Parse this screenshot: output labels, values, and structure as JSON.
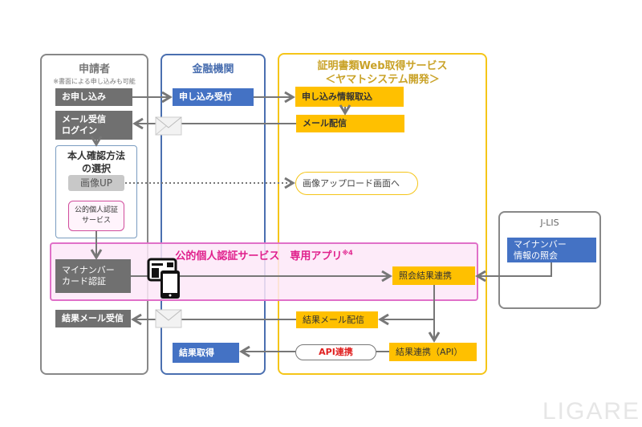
{
  "colors": {
    "applicant": "#888888",
    "bank": "#4a6fb0",
    "service": "#f5c518",
    "band": "#e070c8",
    "box_gray": "#707070",
    "box_blue": "#4472c4",
    "box_yellow": "#ffc000",
    "api_red": "#e02020"
  },
  "applicant": {
    "title": "申請者",
    "note": "※書面による申し込みも可能",
    "apply": "お申し込み",
    "mail_login_1": "メール受信",
    "mail_login_2": "ログイン",
    "method_1": "本人確認方法",
    "method_2": "の選択",
    "image_up": "画像UP",
    "jpki_1": "公的個人認証",
    "jpki_2": "サービス",
    "card_1": "マイナンバー",
    "card_2": "カード認証",
    "result_mail": "結果メール受信"
  },
  "bank": {
    "title": "金融機関",
    "receive": "申し込み受付",
    "result_get": "結果取得"
  },
  "service": {
    "title_1": "証明書類Web取得サービス",
    "title_2": "＜ヤマトシステム開発＞",
    "import": "申し込み情報取込",
    "mail_send": "メール配信",
    "upload_screen": "画像アップロード画面へ",
    "inquiry_link": "照会結果連携",
    "result_mail_send": "結果メール配信",
    "result_api": "結果連携（API）",
    "api_link": "API連携"
  },
  "band": {
    "title": "公的個人認証サービス　専用アプリ",
    "note": "※4"
  },
  "jlis": {
    "title": "J-LIS",
    "inquiry_1": "マイナンバー",
    "inquiry_2": "情報の照会"
  },
  "watermark": "LIGARE",
  "icons": [
    "envelope-icon",
    "smartphone-card-icon"
  ]
}
